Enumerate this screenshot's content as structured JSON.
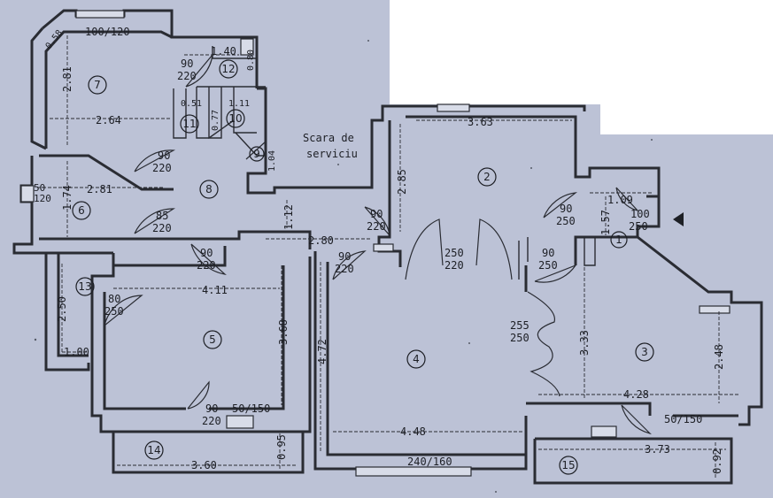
{
  "stair_label": [
    "Scara de",
    "serviciu"
  ],
  "rooms": [
    "1",
    "2",
    "3",
    "4",
    "5",
    "6",
    "7",
    "8",
    "9",
    "10",
    "11",
    "12",
    "13",
    "14",
    "15"
  ],
  "dimensions": {
    "d100_120": "100/120",
    "d0_58": "0.58",
    "d2_81a": "2.81",
    "d2_64": "2.64",
    "d1_40": "1.40",
    "d0_80": "0.80",
    "d0_51": "0.51",
    "d0_77": "0.77",
    "d1_11": "1.11",
    "d1_04": "1.04",
    "d2_81b": "2.81",
    "d1_74": "1.74",
    "d1_12": "1.12",
    "d2_80": "2.80",
    "d2_85": "2.85",
    "d3_63": "3.63",
    "d1_09": "1.09",
    "d1_57": "1.57",
    "d4_11": "4.11",
    "d2_50": "2.50",
    "d1_00": "1.00",
    "d3_68": "3.68",
    "d4_72": "4.72",
    "d3_33": "3.33",
    "d2_48": "2.48",
    "d4_28": "4.28",
    "d4_48": "4.48",
    "d3_60": "3.60",
    "d0_95": "0.95",
    "d3_73": "3.73",
    "d0_92": "0.92",
    "d240_160": "240/160",
    "d50_150a": "50/150",
    "d50_150b": "50/150",
    "d50_120": "50",
    "d50_120b": "120"
  },
  "doors": {
    "d90_220_12": [
      "90",
      "220"
    ],
    "d90_220_7": [
      "90",
      "220"
    ],
    "d85_220": [
      "85",
      "220"
    ],
    "d90_220_8": [
      "90",
      "220"
    ],
    "d90_220_hall": [
      "90",
      "220"
    ],
    "d90_220_hall2": [
      "90",
      "220"
    ],
    "d250_220": [
      "250",
      "220"
    ],
    "d90_250_2": [
      "90",
      "250"
    ],
    "d100_250": [
      "100",
      "250"
    ],
    "d90_250_3": [
      "90",
      "250"
    ],
    "d255_250": [
      "255",
      "250"
    ],
    "d80_250": [
      "80",
      "250"
    ],
    "d90_220_5": [
      "90",
      "220"
    ]
  }
}
